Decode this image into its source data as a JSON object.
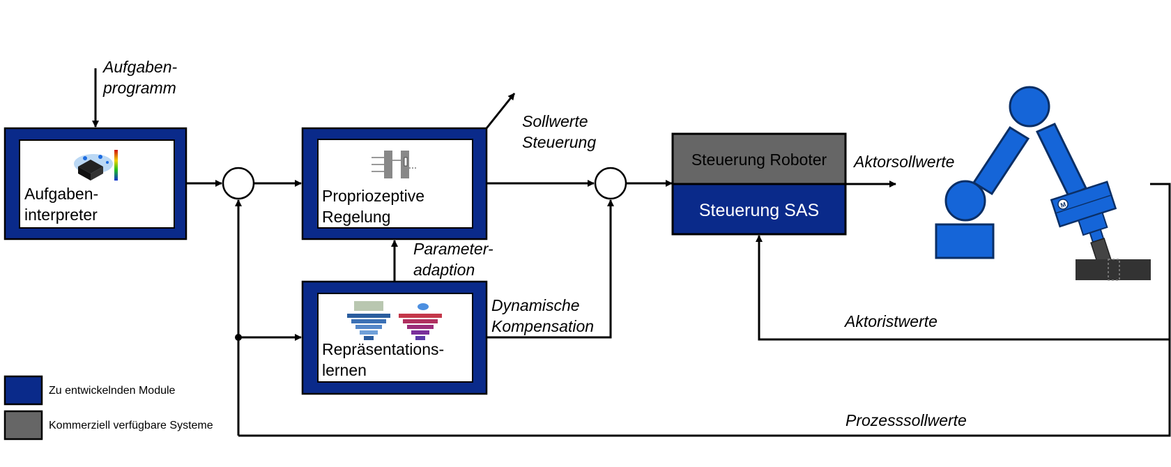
{
  "colors": {
    "module_blue": "#0a2a8a",
    "commercial_gray": "#666666",
    "robot_blue": "#1565d8",
    "robot_outline": "#0b2f66"
  },
  "inputs": {
    "task_program": [
      "Aufgaben-",
      "programm"
    ]
  },
  "blocks": {
    "task_interpreter": [
      "Aufgaben-",
      "interpreter"
    ],
    "proprioceptive_control": [
      "Propriozeptive",
      "Regelung"
    ],
    "representation_learning": [
      "Repräsentations-",
      "lernen"
    ],
    "robot_control": "Steuerung Roboter",
    "sas_control": "Steuerung SAS"
  },
  "signals": {
    "setpoints_control": [
      "Sollwerte",
      "Steuerung"
    ],
    "parameter_adaption": [
      "Parameter-",
      "adaption"
    ],
    "dynamic_compensation": [
      "Dynamische",
      "Kompensation"
    ],
    "actuator_setpoints": "Aktorsollwerte",
    "actuator_actual": "Aktoristwerte",
    "process_setpoints": "Prozesssollwerte"
  },
  "legend": {
    "modules_to_develop": "Zu entwickelnden Module",
    "commercial_systems": "Kommerziell verfügbare Systeme"
  },
  "icons": [
    "point-cloud-icon",
    "circuit-schematic-icon",
    "neural-network-icon",
    "robot-arm-icon",
    "motor-icon"
  ]
}
